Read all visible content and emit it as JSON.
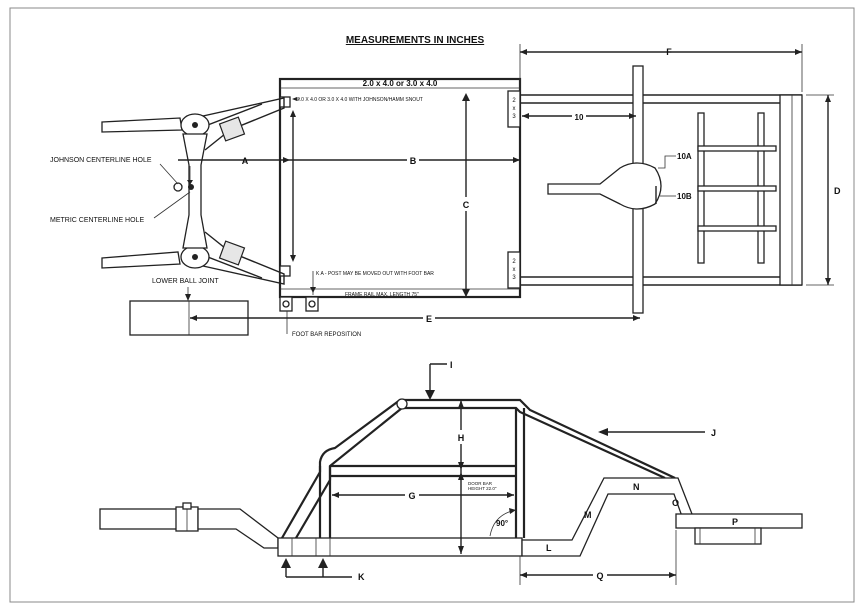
{
  "title": "MEASUREMENTS IN INCHES",
  "labels": {
    "frame_rail_size": "2.0 x 4.0 or 3.0 x 4.0",
    "snout_note": "2.0 X 4.0 OR 3.0 X 4.0 WITH JOHNSON/HAMM SNOUT",
    "johnson_hole": "JOHNSON CENTERLINE HOLE",
    "metric_hole": "METRIC CENTERLINE HOLE",
    "lower_ball_joint": "LOWER BALL JOINT",
    "k_note": "K  A - POST MAY BE MOVED OUT WITH FOOT BAR",
    "frame_rail_max": "FRAME RAIL MAX. LENGTH 75\"",
    "foot_bar": "FOOT BAR REPOSITION",
    "door_bar": "DOOR BAR",
    "door_bar_height": "HEIGHT 22.0\"",
    "angle": "90°",
    "crossmember_top": "2\nx\n3",
    "crossmember_bottom": "2\nx\n3",
    "dim_10": "10"
  },
  "dimension_letters": {
    "A": "A",
    "B": "B",
    "C": "C",
    "D": "D",
    "E": "E",
    "F": "F",
    "G": "G",
    "H": "H",
    "I": "I",
    "J": "J",
    "K": "K",
    "L": "L",
    "M": "M",
    "N": "N",
    "O": "O",
    "P": "P",
    "Q": "Q",
    "10A": "10A",
    "10B": "10B"
  }
}
